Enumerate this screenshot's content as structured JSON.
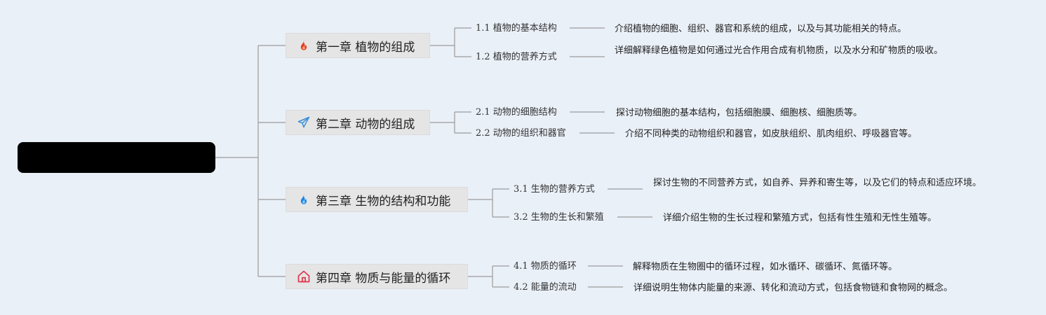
{
  "root": {
    "label": ""
  },
  "colors": {
    "line": "#9a9a9a",
    "fire": "#e8421c",
    "plane": "#3b8fd8",
    "water": "#1e88e5",
    "home": "#e0344c"
  },
  "chapters": [
    {
      "icon": "fire-icon",
      "title": "第一章 植物的组成",
      "sections": [
        {
          "label": "1.1 植物的基本结构",
          "desc": "介绍植物的细胞、组织、器官和系统的组成，以及与其功能相关的特点。"
        },
        {
          "label": "1.2 植物的营养方式",
          "desc": "详细解释绿色植物是如何通过光合作用合成有机物质，以及水分和矿物质的吸收。"
        }
      ]
    },
    {
      "icon": "paper-plane-icon",
      "title": "第二章 动物的组成",
      "sections": [
        {
          "label": "2.1 动物的细胞结构",
          "desc": "探讨动物细胞的基本结构，包括细胞膜、细胞核、细胞质等。"
        },
        {
          "label": "2.2 动物的组织和器官",
          "desc": "介绍不同种类的动物组织和器官，如皮肤组织、肌肉组织、呼吸器官等。"
        }
      ]
    },
    {
      "icon": "water-drop-icon",
      "title": "第三章 生物的结构和功能",
      "sections": [
        {
          "label": "3.1 生物的营养方式",
          "desc": "探讨生物的不同营养方式，如自养、异养和寄生等，以及它们的特点和适应环境。"
        },
        {
          "label": "3.2 生物的生长和繁殖",
          "desc": "详细介绍生物的生长过程和繁殖方式，包括有性生殖和无性生殖等。"
        }
      ]
    },
    {
      "icon": "home-icon",
      "title": "第四章 物质与能量的循环",
      "sections": [
        {
          "label": "4.1 物质的循环",
          "desc": "解释物质在生物圈中的循环过程，如水循环、碳循环、氮循环等。"
        },
        {
          "label": "4.2 能量的流动",
          "desc": "详细说明生物体内能量的来源、转化和流动方式，包括食物链和食物网的概念。"
        }
      ]
    }
  ]
}
